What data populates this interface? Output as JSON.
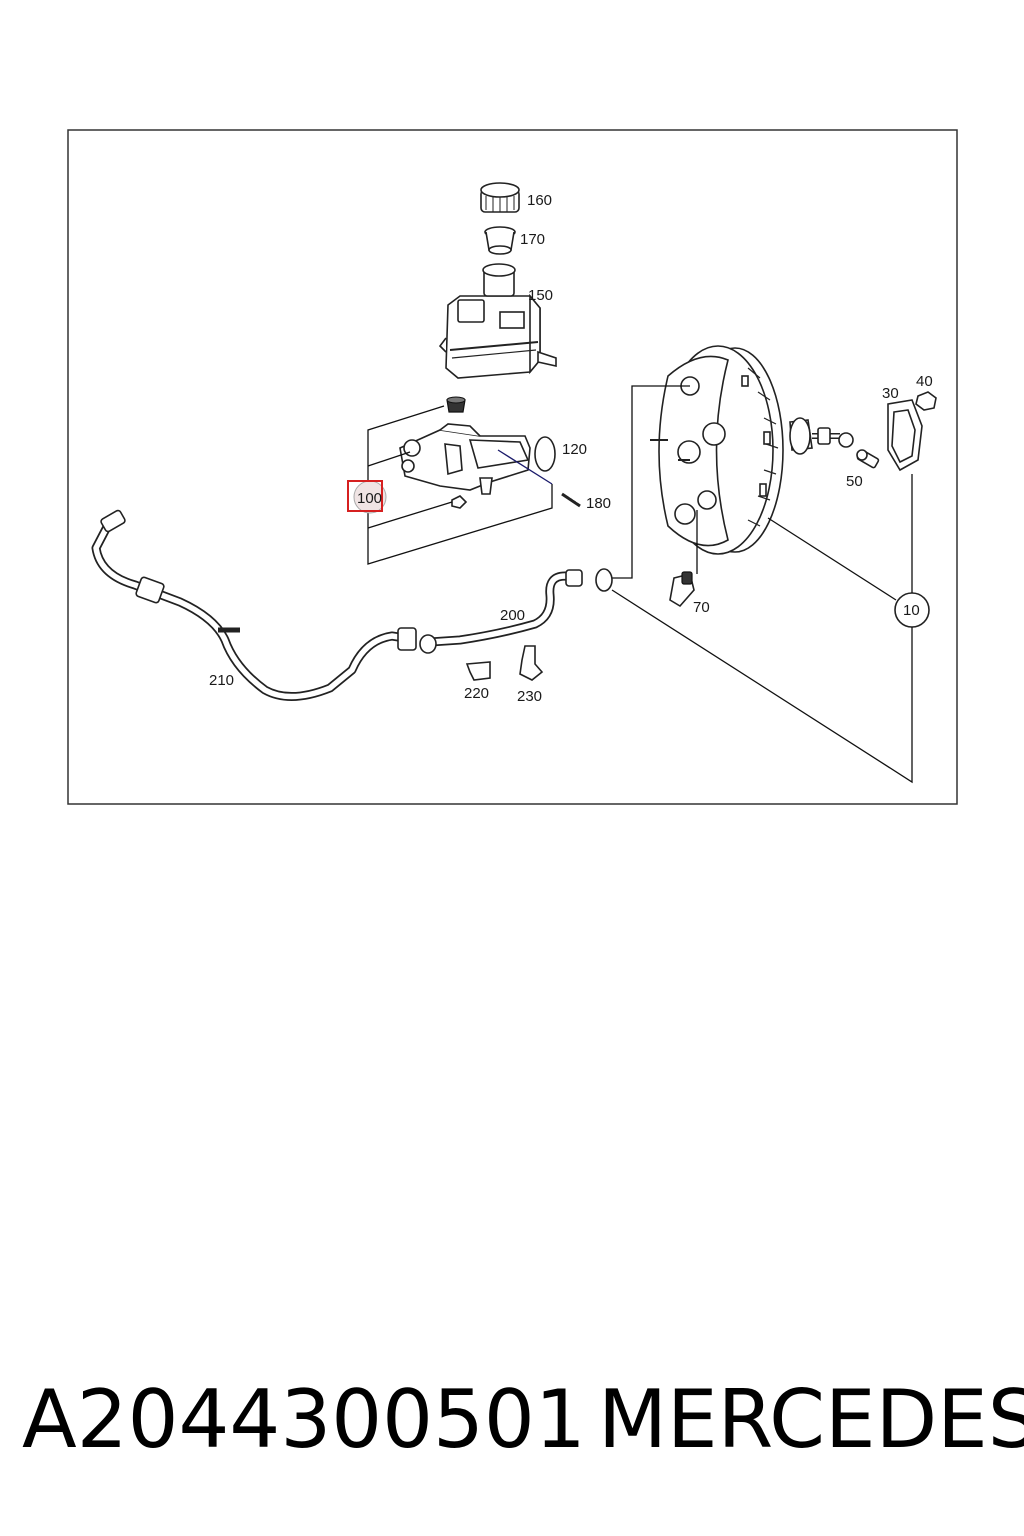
{
  "callouts": {
    "c10": "10",
    "c30": "30",
    "c40": "40",
    "c50": "50",
    "c70": "70",
    "c100": "100",
    "c120": "120",
    "c150": "150",
    "c160": "160",
    "c170": "170",
    "c180": "180",
    "c200": "200",
    "c210": "210",
    "c220": "220",
    "c230": "230"
  },
  "highlight": {
    "callout": "100",
    "color": "#d62020"
  },
  "footer": {
    "part_number": "A2044300501",
    "brand": "MERCEDES"
  }
}
